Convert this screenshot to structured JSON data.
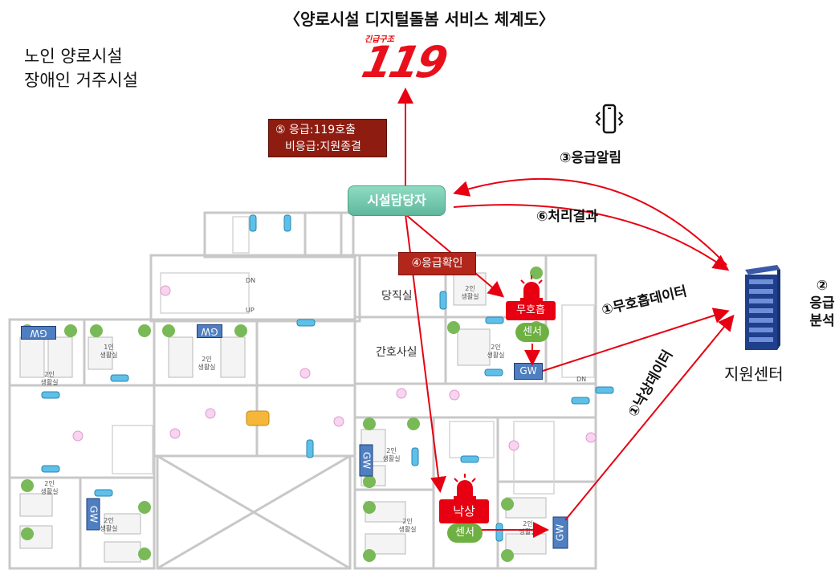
{
  "title": "〈양로시설 디지털돌봄 서비스 체계도〉",
  "facility_types": [
    "노인 양로시설",
    "장애인 거주시설"
  ],
  "emergency_logo": {
    "small": "긴급구조",
    "number": "119"
  },
  "step5": {
    "line1": "⑤ 응급:119호출",
    "line2": "비응급:지원종결"
  },
  "facility_manager": "시설담당자",
  "step3": "③응급알림",
  "step6": "⑥처리결과",
  "step4": "④응급확인",
  "step1_no_breath": "①무호흡데이터",
  "step1_fall": "①낙상데이터",
  "step2": {
    "num": "②",
    "line1": "응급",
    "line2": "분석"
  },
  "support_center": "지원센터",
  "floorplan": {
    "duty_room": "당직실",
    "nurse_room": "간호사실",
    "sensor_no_breath": "무호흡",
    "sensor_fall": "낙상",
    "sensor": "센서",
    "gateway": "GW",
    "room_2": "2인",
    "room_1": "1인",
    "living_room": "생활실",
    "stair_dn": "DN",
    "stair_up": "UP"
  },
  "colors": {
    "arrow": "#e60012",
    "manager": "#6cc3a6",
    "box": "#8e1c10",
    "gw": "#4f7fc0",
    "sensor_green": "#6fb043"
  }
}
